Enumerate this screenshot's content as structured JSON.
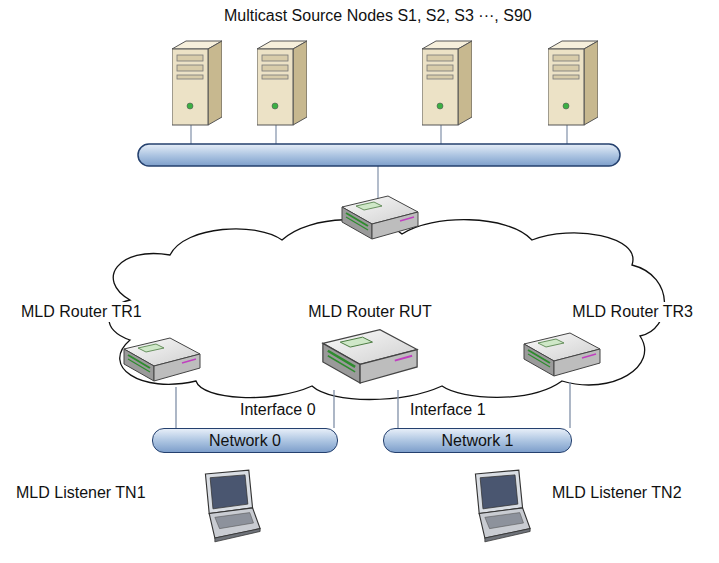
{
  "diagram": {
    "nodes": [
      {
        "text": [
          "MLD Router TR1"
        ]
      },
      {
        "text": [
          "MLD Router RUT"
        ]
      },
      {
        "text": [
          "MLD Router TR3"
        ]
      },
      {
        "text": [
          "Network 0"
        ]
      },
      {
        "text": [
          "Network 1"
        ]
      }
    ],
    "edges": [
      {
        "from": 0,
        "to": 3,
        "arrow": "none"
      },
      {
        "from": 1,
        "to": 3,
        "arrow": "none"
      },
      {
        "from": 1,
        "to": 4,
        "arrow": "none"
      },
      {
        "from": 2,
        "to": 4,
        "arrow": "none"
      }
    ],
    "labels": [
      "Multicast Source Nodes S1, S2, S3 ···, S90",
      "Interface 0",
      "Interface 1",
      "MLD Listener TN1",
      "MLD Listener TN2"
    ]
  }
}
